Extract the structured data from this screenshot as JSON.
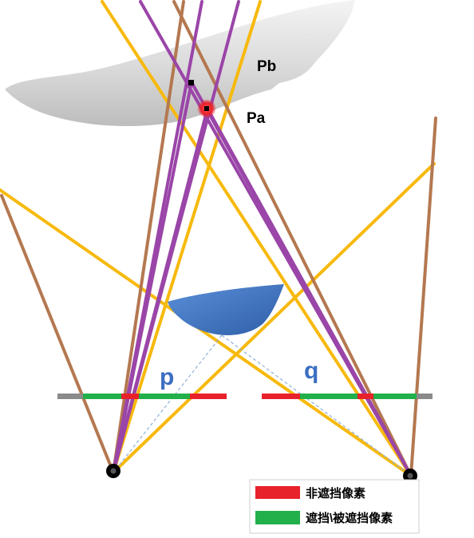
{
  "labels": {
    "pb": "Pb",
    "pa": "Pa",
    "p": "p",
    "q": "q"
  },
  "legend": {
    "items": [
      {
        "label": "非遮挡像素",
        "color": "#e8222b"
      },
      {
        "label": "遮挡\\被遮挡像素",
        "color": "#22b04b"
      }
    ]
  },
  "colors": {
    "ray_yellow": "#f7b90d",
    "ray_brown": "#b47850",
    "ray_purple": "#9a45a8",
    "surface_gray": "#d6d6d6",
    "occluder_blue": "#3e74c2",
    "sensor_gray": "#8a8a8a",
    "label_blue": "#3b6fc1",
    "dashed_blue": "#8fb0d8",
    "point_red": "#e8222b"
  }
}
